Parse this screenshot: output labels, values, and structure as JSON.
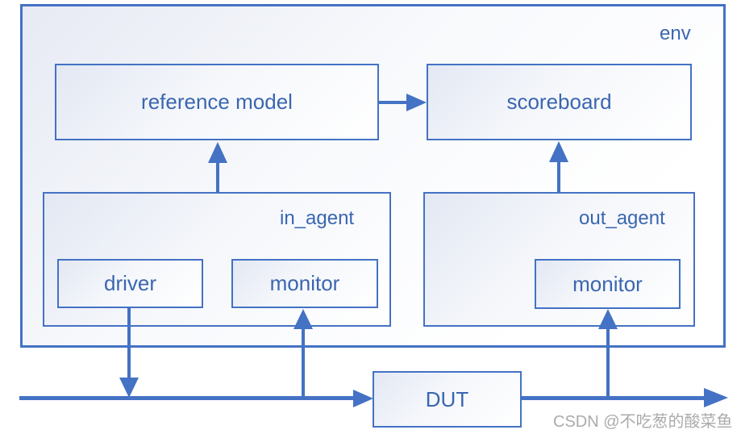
{
  "env": {
    "label": "env"
  },
  "nodes": {
    "reference_model": "reference model",
    "scoreboard": "scoreboard",
    "in_agent_label": "in_agent",
    "driver": "driver",
    "in_monitor": "monitor",
    "out_agent_label": "out_agent",
    "out_monitor": "monitor",
    "dut": "DUT"
  },
  "watermark": "CSDN @不吃葱的酸菜鱼",
  "colors": {
    "line": "#4472C4",
    "text": "#3A66B0",
    "box_fill_start": "#E7EAF4",
    "box_fill_end": "#FFFFFF",
    "watermark": "#ABABAB"
  }
}
